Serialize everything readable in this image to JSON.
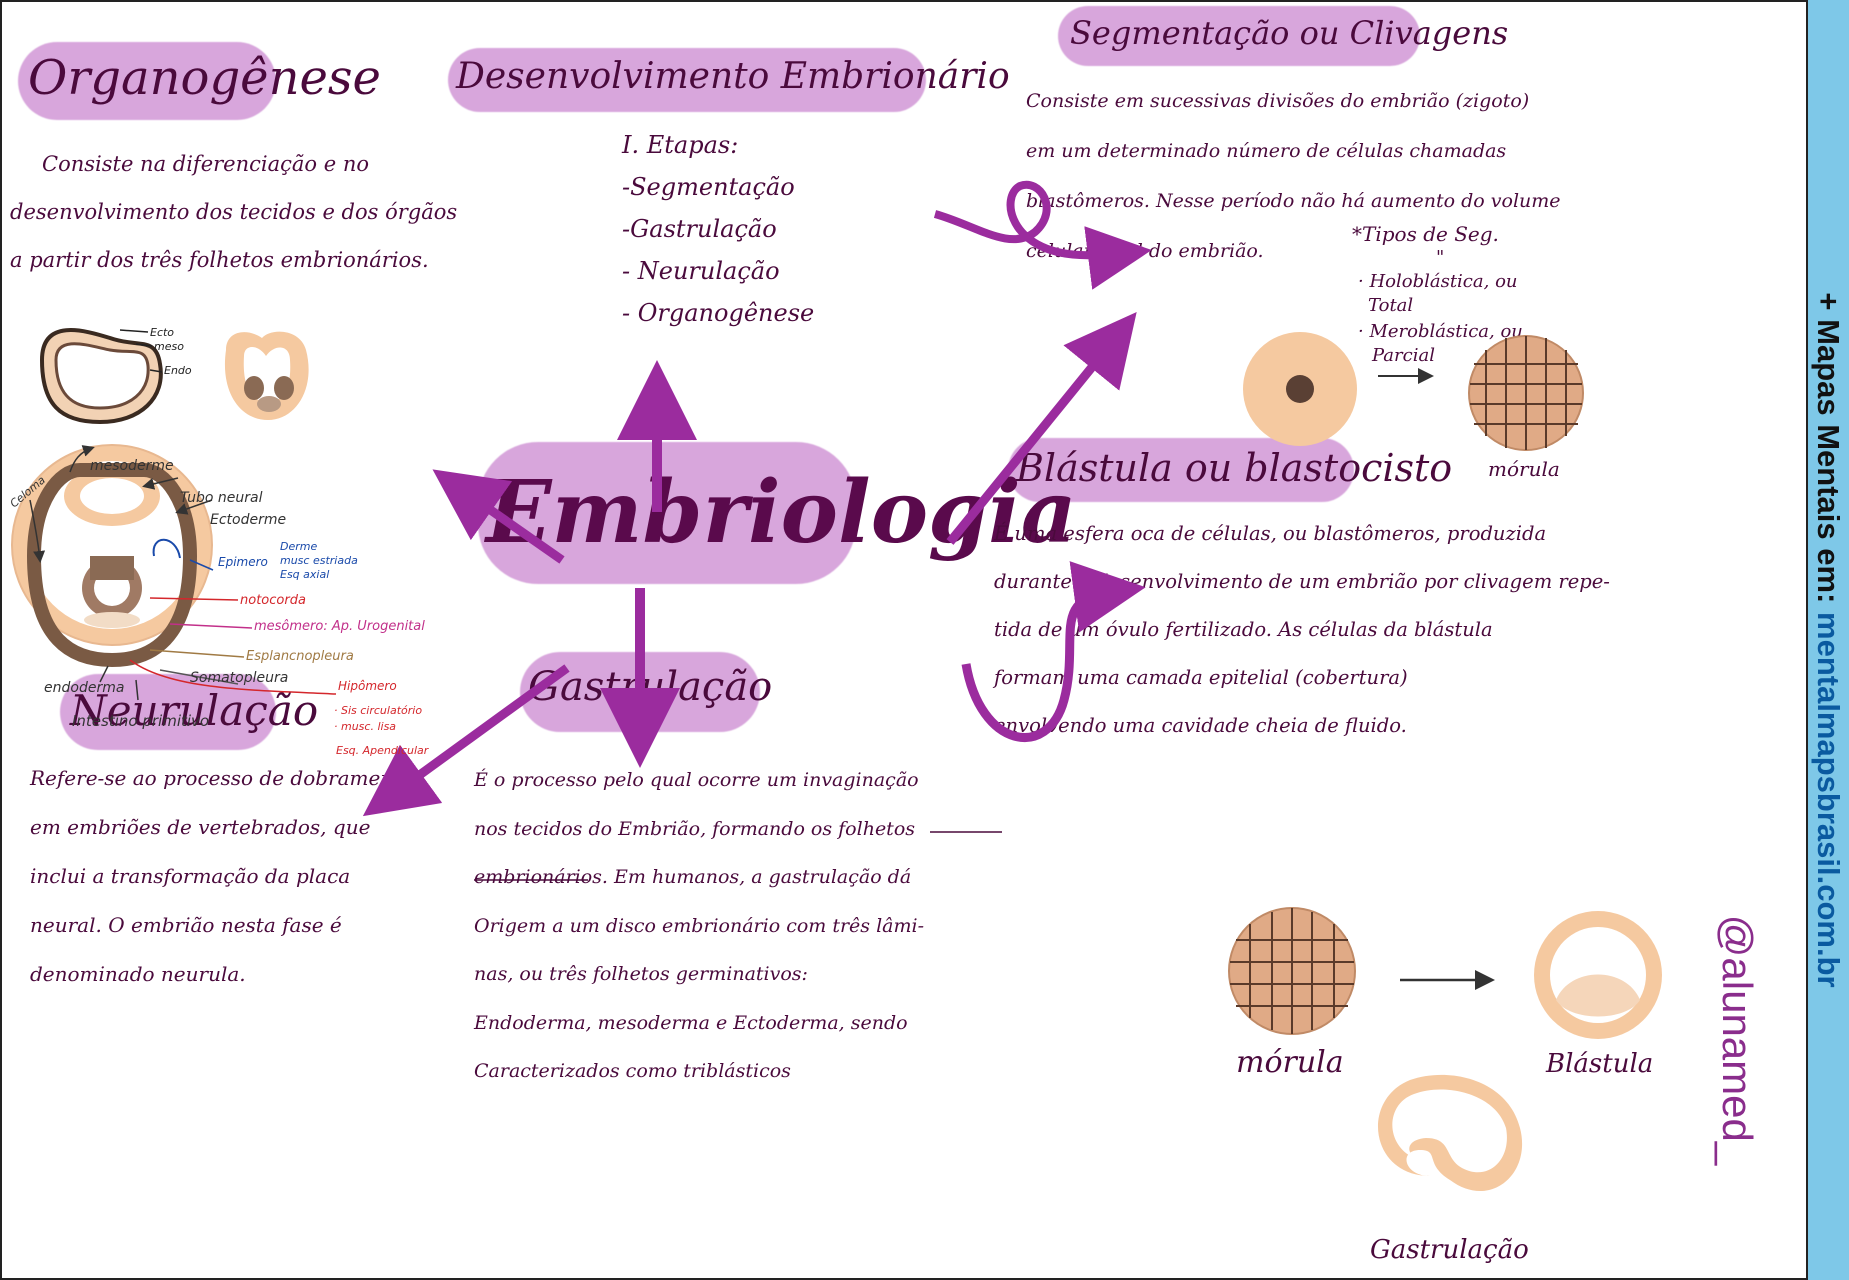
{
  "center": {
    "title": "Embriologia"
  },
  "desenvolvimento": {
    "title": "Desenvolvimento Embrionário",
    "heading": "I. Etapas:",
    "items": [
      "-Segmentação",
      "-Gastrulação",
      "- Neurulação",
      "- Organogênese"
    ]
  },
  "organogenese": {
    "title": "Organogênese",
    "lines": [
      "Consiste na diferenciação e no",
      "desenvolvimento dos tecidos e dos órgãos",
      "a partir dos três folhetos embrionários."
    ],
    "small_labels": [
      "Ecto",
      "meso",
      "Endo"
    ],
    "diagram_labels": {
      "mesoderme": "mesoderme",
      "celoma": "Celoma",
      "tubo_neural": "Tubo neural",
      "ectoderme": "Ectoderme",
      "epimero": "Epimero",
      "derme": "Derme",
      "musc_estriada": "musc estriada",
      "esq_axial": "Esq axial",
      "notocorda": "notocorda",
      "mesomero": "mesômero: Ap. Urogenital",
      "esplancnopleura": "Esplancnopleura",
      "somatopleura": "Somatopleura",
      "endoderma": "endoderma",
      "intestino": "Intestino primitivo",
      "hipomero": "Hipômero",
      "sis_circulatorio": "· Sis circulatório",
      "musc_lisa": "· musc. lisa",
      "esq_apendicular": "Esq. Apendicular"
    }
  },
  "segmentacao": {
    "title": "Segmentação ou Clivagens",
    "lines": [
      "Consiste em sucessivas divisões do embrião (zigoto)",
      "em um determinado número de células chamadas",
      "blastômeros. Nesse período não há aumento do volume",
      "celular total do embrião."
    ],
    "tipos_heading": "*Tipos de Seg.",
    "tipos_ditto": "\"",
    "tipos": [
      "· Holoblástica, ou",
      "Total",
      "· Meroblástica, ou",
      "Parcial"
    ],
    "morula_label": "mórula"
  },
  "blastula": {
    "title": "Blástula ou blastocisto",
    "lines": [
      "É uma esfera oca de células, ou blastômeros, produzida",
      "durante o desenvolvimento de um embrião por clivagem repe-",
      "tida de um óvulo fertilizado. As células da blástula",
      "formam uma camada epitelial (cobertura)",
      "envolvendo uma cavidade cheia de fluido."
    ],
    "labels": [
      "mórula",
      "Blástula",
      "Gastrulação"
    ]
  },
  "neurulacao": {
    "title": "Neurulação",
    "lines": [
      "Refere-se ao processo de dobramento",
      "em embriões de vertebrados, que",
      "inclui a transformação da placa",
      "neural. O embrião nesta fase é",
      "denominado neurula."
    ]
  },
  "gastrulacao": {
    "title": "Gastrulação",
    "lines": [
      "É o processo pelo qual ocorre um invaginação",
      "nos tecidos do Embrião, formando os folhetos",
      "embrionários. Em humanos, a gastrulação dá",
      "Origem a um disco embrionário com três lâmi-",
      "nas, ou três folhetos germinativos:",
      "Endoderma, mesoderma e Ectoderma, sendo",
      "Caracterizados como triblásticos"
    ]
  },
  "handle": "@alunamed_",
  "sidebar": {
    "prefix": "+ Mapas Mentais em: ",
    "site": "mentalmapsbrasil.com.br"
  },
  "colors": {
    "accent": "#9b2c9e",
    "blob": "#d8a6dc",
    "ink": "#4a0a3c",
    "skin": "#f5c9a0",
    "sidebar": "#7ec8e8"
  }
}
